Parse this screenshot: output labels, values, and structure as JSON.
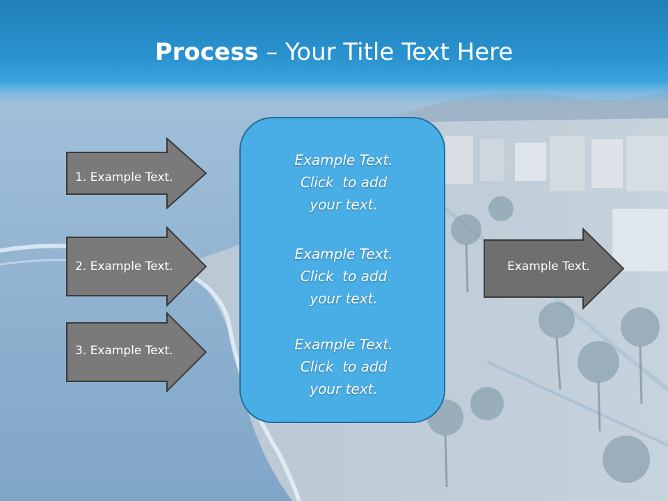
{
  "title": {
    "bold": "Process",
    "rest": " – Your Title Text Here"
  },
  "steps": [
    {
      "label": "1. Example Text."
    },
    {
      "label": "2. Example Text."
    },
    {
      "label": "3. Example Text."
    }
  ],
  "center_box": {
    "paragraphs": [
      {
        "l1": "Example Text.",
        "l2": "Click  to add",
        "l3": "your text."
      },
      {
        "l1": "Example Text.",
        "l2": "Click  to add",
        "l3": "your text."
      },
      {
        "l1": "Example Text.",
        "l2": "Click  to add",
        "l3": "your text."
      }
    ]
  },
  "output": {
    "label": "Example Text."
  },
  "colors": {
    "header_blue": "#2a93cf",
    "arrow_fill": "#7a7a7a",
    "arrow_stroke": "#3a3a3a",
    "box_fill": "#4aaee6",
    "box_border": "#1f6f9e"
  }
}
